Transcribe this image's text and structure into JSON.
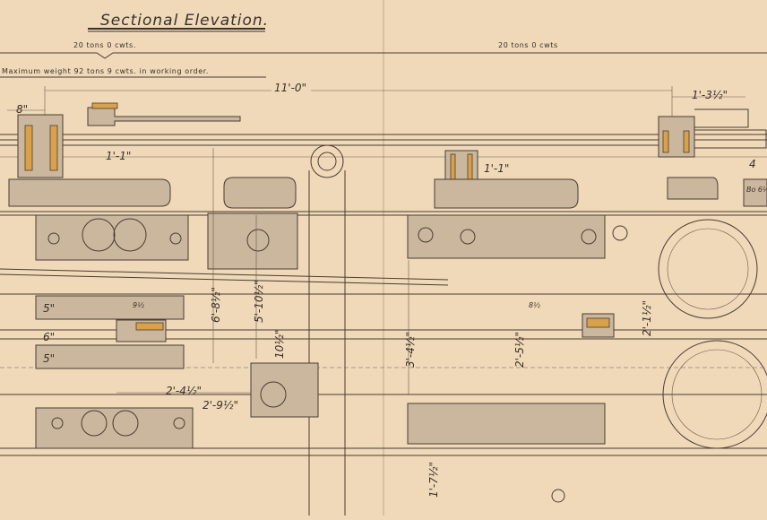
{
  "drawing": {
    "title": "Sectional Elevation.",
    "weights": {
      "left_axle": "20 tons 0 cwts.",
      "right_axle": "20 tons 0 cwts",
      "maximum": "Maximum weight 92 tons 9 cwts. in working order."
    },
    "dimensions": {
      "overall": "11'-0\"",
      "left_offset": "8\"",
      "right_link": "1'-3½\"",
      "rod_left": "1'-1\"",
      "rod_right": "1'-1\"",
      "height_a": "6'-8½\"",
      "height_b": "5'-10½\"",
      "height_c": "3'-4½\"",
      "height_d": "2'-1½\"",
      "height_e": "2'-5½\"",
      "span_a": "2'-4½\"",
      "span_b": "2'-9½\"",
      "low": "1'-7½\"",
      "small_a": "10½\"",
      "block_a": "5\"",
      "block_b": "6\"",
      "block_c": "5\"",
      "frac_a": "9½",
      "frac_b": "8½",
      "edge_a": "4",
      "edge_b": "Bo 6½"
    }
  }
}
